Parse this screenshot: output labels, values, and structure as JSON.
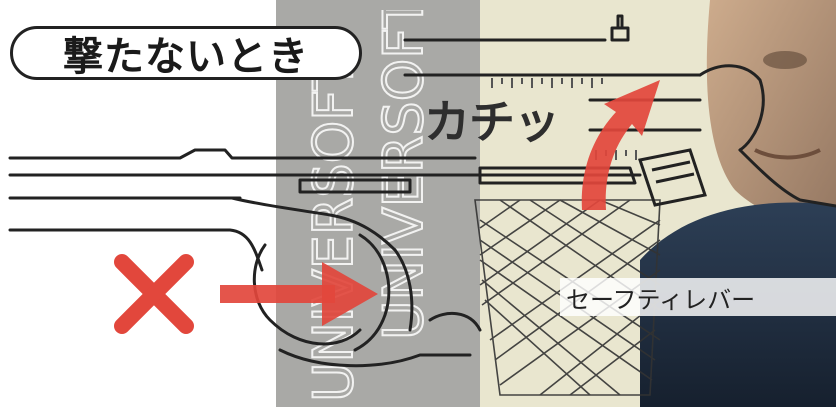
{
  "labels": {
    "title": "撃たないとき",
    "sound": "カチッ",
    "lever": "セーフティレバー"
  },
  "watermark": {
    "text_1": "UNIVERSOFT",
    "text_2": "UNIVERSOFT"
  },
  "icons": {
    "no_mark": "cross-mark-icon",
    "push_arrow": "right-arrow-icon",
    "flip_arrow": "curved-up-arrow-icon"
  },
  "colors": {
    "accent_red": "#e2473c",
    "line": "#222222",
    "panel_gray": "#a9a9a6",
    "panel_cream": "#e9e6cf"
  }
}
